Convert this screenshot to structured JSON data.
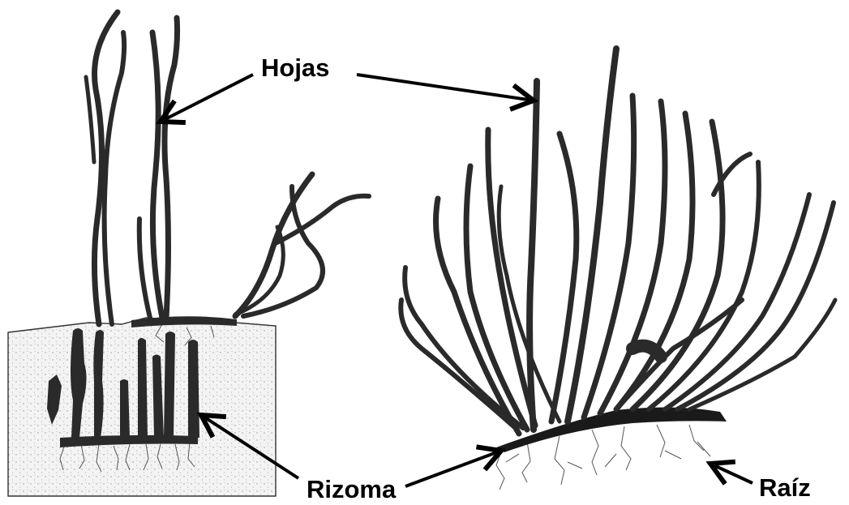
{
  "labels": {
    "leaves": "Hojas",
    "rhizome": "Rizoma",
    "root": "Raíz"
  },
  "colors": {
    "plant": "#2a2a2a",
    "plant_dark": "#1a1a1a",
    "soil_fill": "#f1f1f1",
    "soil_border": "#333333",
    "root_lines": "#555555",
    "label": "#000000"
  }
}
